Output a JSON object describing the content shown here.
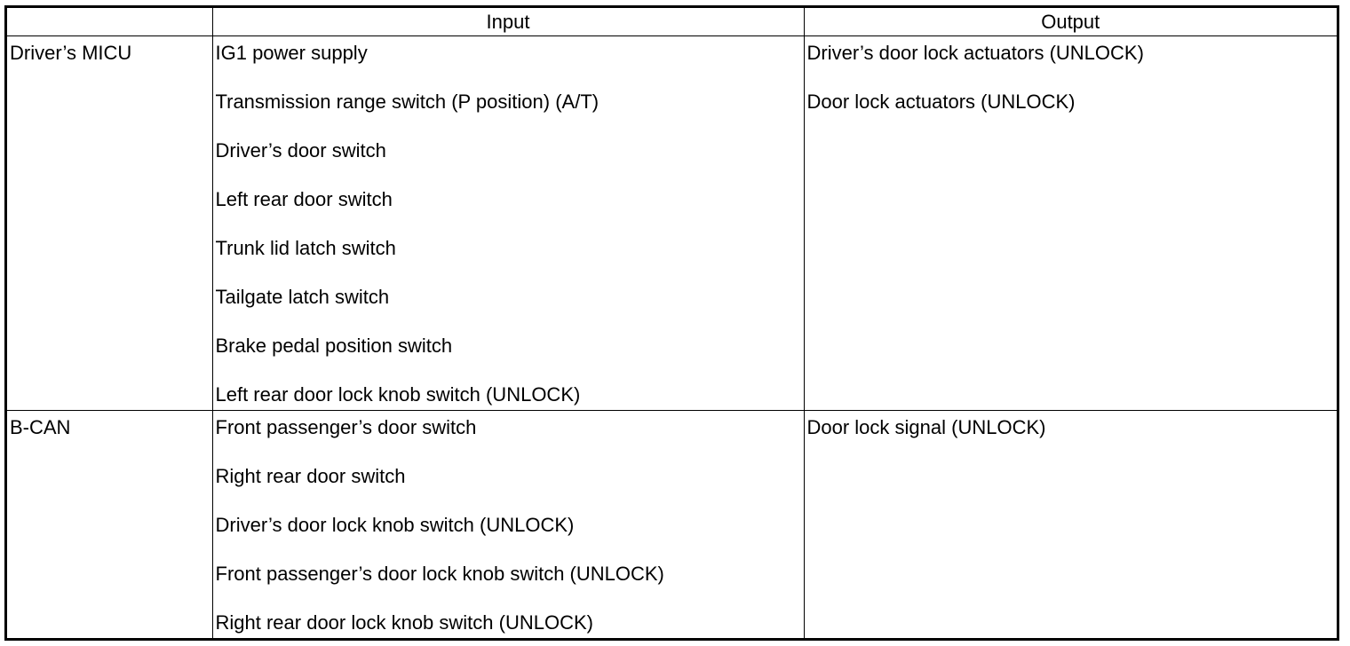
{
  "table": {
    "headers": [
      "",
      "Input",
      "Output"
    ],
    "groups": [
      {
        "source": "Driver’s MICU",
        "inputs": [
          "IG1 power supply",
          "Transmission range switch (P position) (A/T)",
          "Driver’s door switch",
          "Left rear door switch",
          "Trunk lid latch switch",
          "Tailgate latch switch",
          "Brake pedal position switch",
          "Left rear door lock knob switch (UNLOCK)"
        ],
        "outputs": [
          "Driver’s door lock actuators (UNLOCK)",
          "Door lock actuators (UNLOCK)"
        ]
      },
      {
        "source": "B-CAN",
        "inputs": [
          "Front passenger’s door switch",
          "Right rear door switch",
          "Driver’s door lock knob switch (UNLOCK)",
          "Front passenger’s door lock knob switch (UNLOCK)",
          "Right rear door lock knob switch (UNLOCK)"
        ],
        "outputs": [
          "Door lock signal (UNLOCK)"
        ]
      }
    ]
  }
}
